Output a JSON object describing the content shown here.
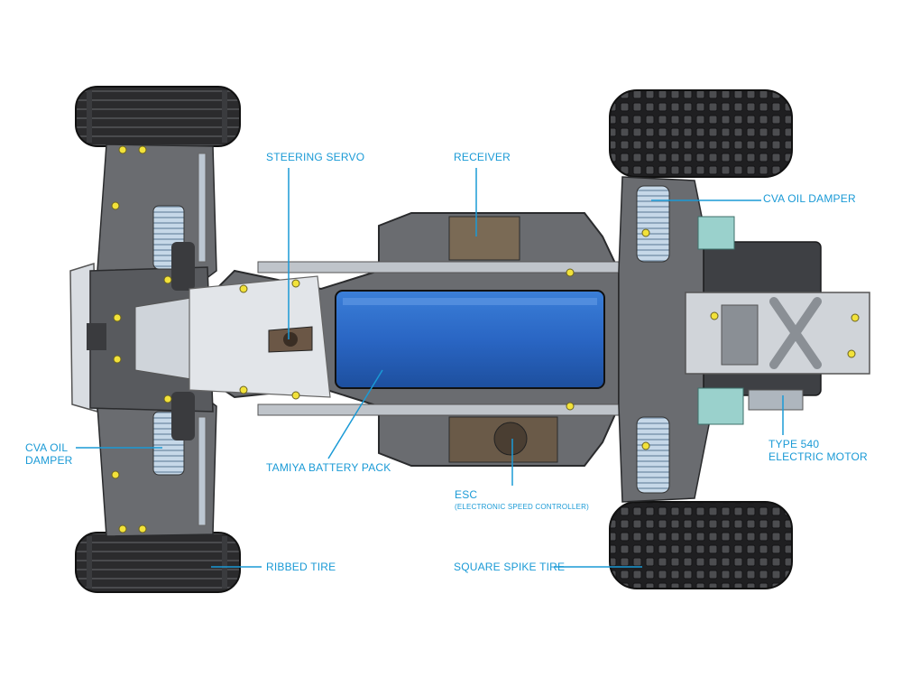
{
  "labels": {
    "steering_servo": "STEERING SERVO",
    "receiver": "RECEIVER",
    "cva_front_line1": "CVA OIL",
    "cva_front_line2": "DAMPER",
    "cva_rear": "CVA OIL DAMPER",
    "battery": "TAMIYA BATTERY PACK",
    "esc": "ESC",
    "esc_sub": "(ELECTRONIC SPEED CONTROLLER)",
    "motor_line1": "TYPE 540",
    "motor_line2": "ELECTRIC MOTOR",
    "ribbed_tire": "RIBBED TIRE",
    "square_spike": "SQUARE SPIKE TIRE"
  },
  "colors": {
    "accent": "#1a9ad6",
    "chassis": "#6a6c70",
    "chassis_dark": "#3e4044",
    "tire": "#2b2b2d",
    "battery": "#2a66c4",
    "damper": "#c6d8e8",
    "screw": "#f2e23a"
  }
}
